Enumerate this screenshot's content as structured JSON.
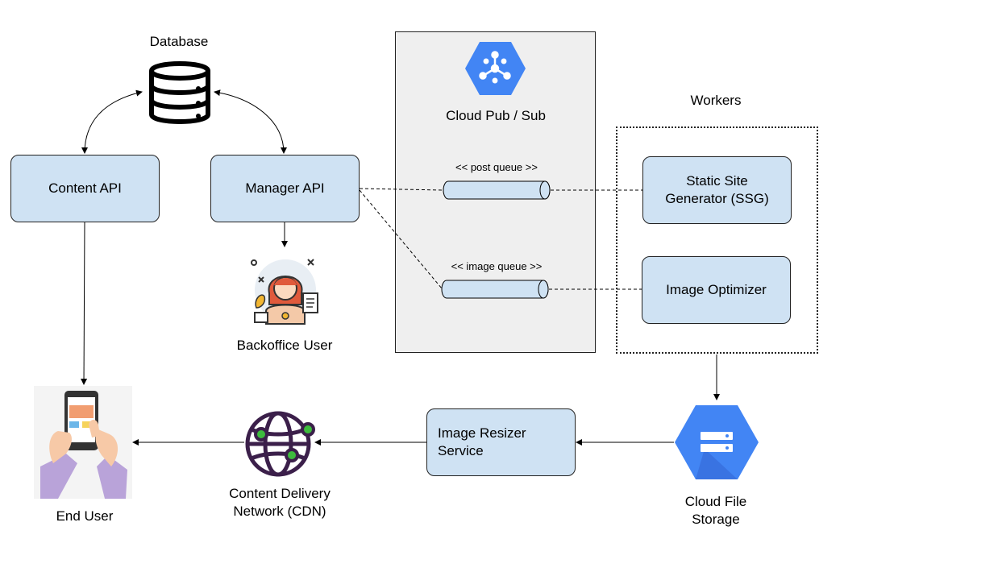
{
  "database": {
    "label": "Database"
  },
  "content_api": {
    "label": "Content API"
  },
  "manager_api": {
    "label": "Manager API"
  },
  "backoffice_user": {
    "label": "Backoffice User"
  },
  "pubsub": {
    "title": "Cloud Pub / Sub",
    "post_queue": "<< post queue >>",
    "image_queue": "<< image queue >>"
  },
  "workers": {
    "title": "Workers",
    "ssg": "Static Site\nGenerator (SSG)",
    "image_optimizer": "Image Optimizer"
  },
  "cloud_file_storage": {
    "label": "Cloud File\nStorage"
  },
  "image_resizer": {
    "label": "Image Resizer\nService"
  },
  "cdn": {
    "label": "Content Delivery\nNetwork (CDN)"
  },
  "end_user": {
    "label": "End User"
  },
  "colors": {
    "box_fill": "#cfe2f3",
    "panel_fill": "#efefef",
    "gcp_blue": "#4285f4",
    "cdn_purple": "#3b1f4a",
    "cdn_node": "#3dbb3d"
  },
  "icons": [
    "database-icon",
    "cloud-pubsub-icon",
    "backoffice-user-icon",
    "cloud-storage-icon",
    "cdn-globe-icon",
    "end-user-phone-icon"
  ]
}
